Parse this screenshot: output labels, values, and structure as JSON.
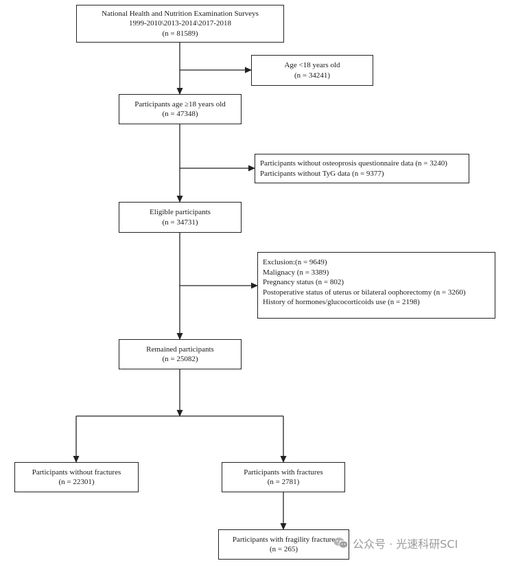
{
  "boxes": {
    "nhanes": {
      "lines": [
        "National Health and Nutrition Examination Surveys",
        "1999-2010\\2013-2014\\2017-2018",
        "(n = 81589)"
      ]
    },
    "age_excluded": {
      "lines": [
        "Age <18 years old",
        "(n = 34241)"
      ]
    },
    "adults": {
      "lines": [
        "Participants age ≥18 years old",
        "(n = 47348)"
      ]
    },
    "missing_data": {
      "lines": [
        "Participants without osteoprosis questionnaire data (n = 3240)",
        "Participants without TyG data  (n = 9377)"
      ]
    },
    "eligible": {
      "lines": [
        "Eligible participants",
        "(n = 34731)"
      ]
    },
    "exclusion": {
      "lines": [
        "Exclusion:(n = 9649)",
        "Malignacy (n = 3389)",
        "Pregnancy status (n = 802)",
        "Postoperative status of uterus or bilateral oophorectomy (n = 3260)",
        "History of  hormones/glucocorticoids use (n = 2198)"
      ]
    },
    "remained": {
      "lines": [
        "Remained participants",
        "(n = 25082)"
      ]
    },
    "no_fracture": {
      "lines": [
        "Participants without  fractures",
        "(n = 22301)"
      ]
    },
    "fracture": {
      "lines": [
        "Participants with  fractures",
        "(n = 2781)"
      ]
    },
    "fragility": {
      "lines": [
        "Participants with  fragility fracture",
        "(n = 265)"
      ]
    }
  },
  "watermark": {
    "text": "公众号 · 光速科研SCI"
  }
}
